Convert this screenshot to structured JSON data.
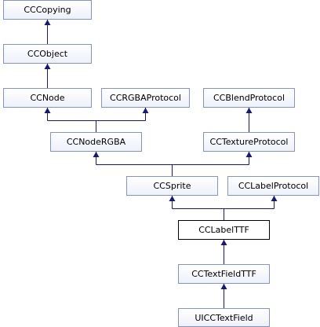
{
  "nodes": {
    "cccopying": "CCCopying",
    "ccobject": "CCObject",
    "ccnode": "CCNode",
    "ccrgbaprotocol": "CCRGBAProtocol",
    "ccblendprotocol": "CCBlendProtocol",
    "ccnodergba": "CCNodeRGBA",
    "cctextureprotocol": "CCTextureProtocol",
    "ccsprite": "CCSprite",
    "cclabelprotocol": "CCLabelProtocol",
    "cclabelttf": "CCLabelTTF",
    "cctextfieldttf": "CCTextFieldTTF",
    "uicctextfield": "UICCTextField"
  },
  "colors": {
    "line": "#191970",
    "box_border": "#8592c3",
    "current_border": "#000000"
  },
  "current_node": "cclabelttf"
}
